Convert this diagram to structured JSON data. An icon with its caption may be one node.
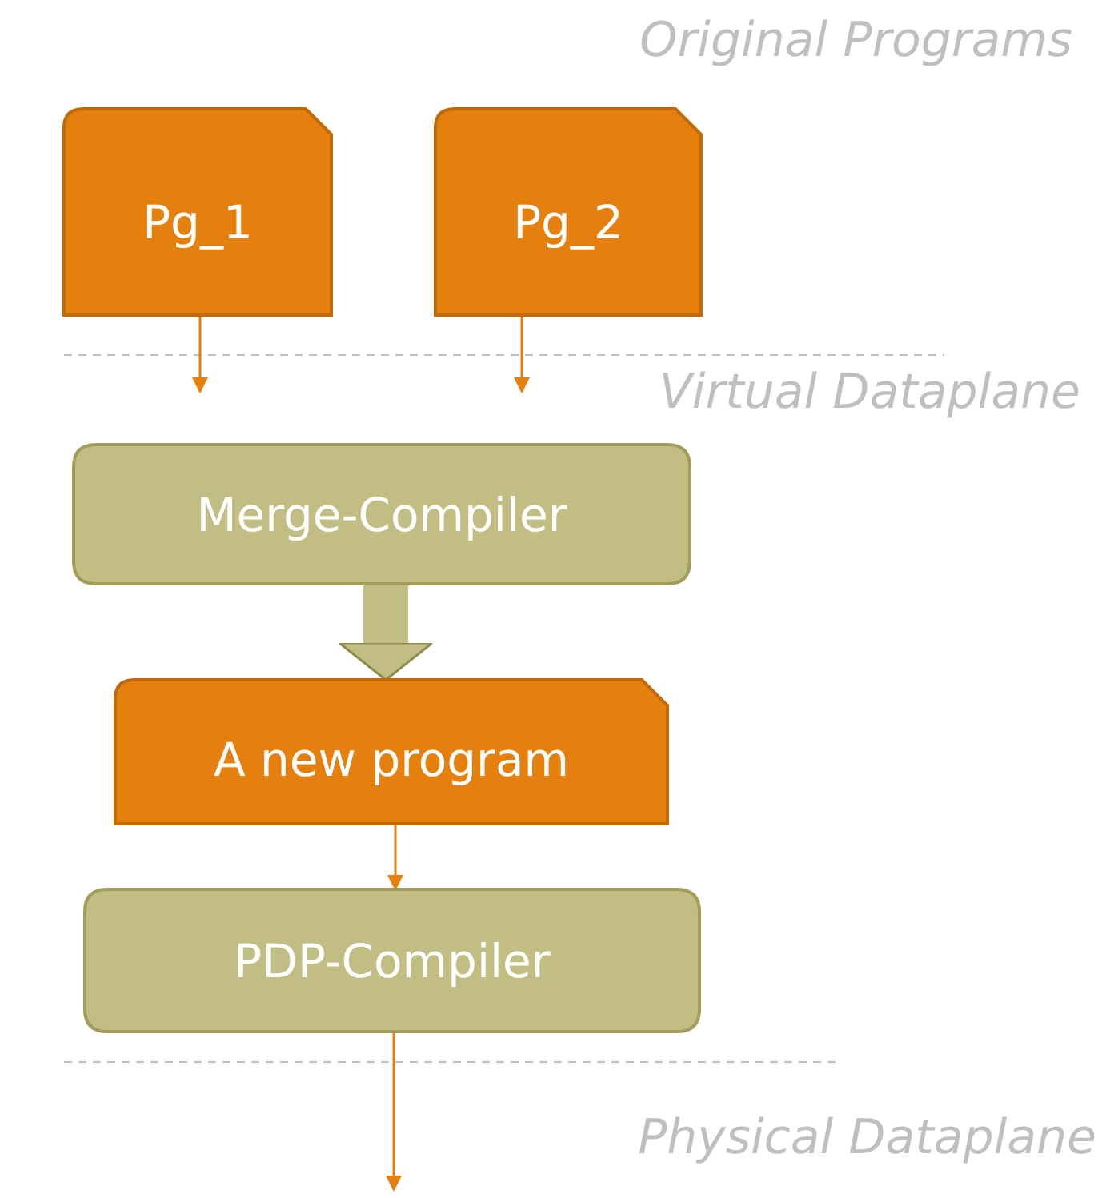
{
  "diagram": {
    "nodes": [
      {
        "text": [
          "Pg_1"
        ]
      },
      {
        "text": [
          "Pg_2"
        ]
      },
      {
        "text": [
          "Merge-Compiler"
        ]
      },
      {
        "text": [
          "A new program"
        ]
      },
      {
        "text": [
          "PDP-Compiler"
        ]
      }
    ],
    "edges": [
      {
        "from": 0,
        "to": null,
        "arrow": "to"
      },
      {
        "from": 1,
        "to": null,
        "arrow": "to"
      },
      {
        "from": 2,
        "to": 3,
        "arrow": "to",
        "style": "thick",
        "color": "#c2bd82"
      },
      {
        "from": 3,
        "to": 4,
        "arrow": "to"
      },
      {
        "from": 4,
        "to": null,
        "arrow": "to"
      }
    ],
    "labels": [
      "Original Programs",
      "Virtual Dataplane",
      "Physical Dataplane"
    ]
  }
}
